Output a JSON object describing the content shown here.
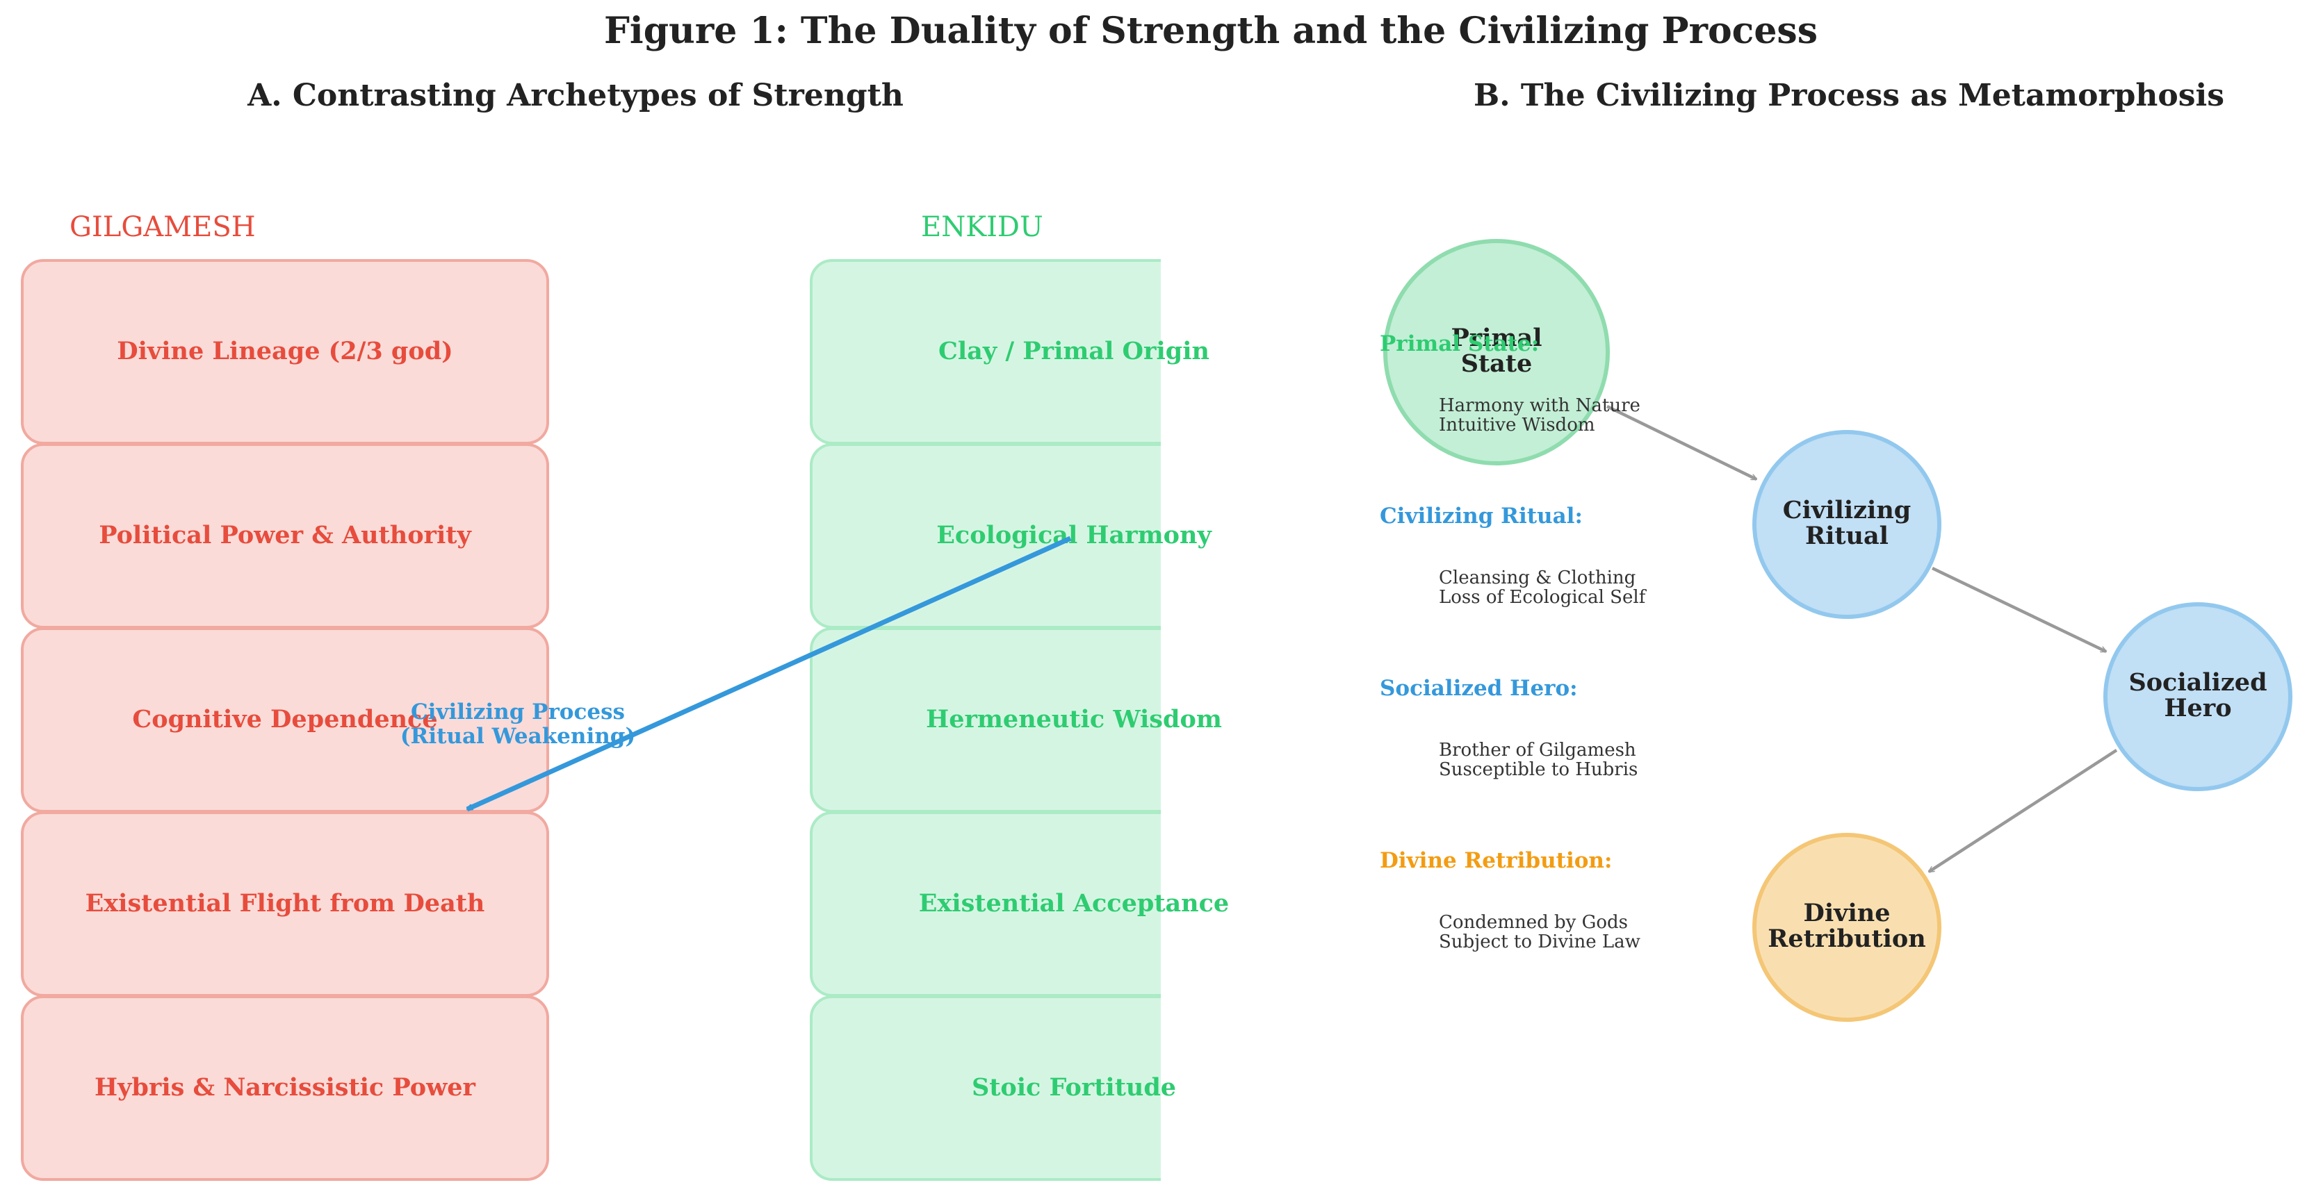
{
  "figure_title": "Figure 1: The Duality of Strength and the Civilizing Process",
  "panel_a": {
    "title": "A. Contrasting Archetypes of Strength",
    "gilgamesh": {
      "header": "GILGAMESH",
      "items": [
        "Divine Lineage (2/3 god)",
        "Political Power & Authority",
        "Cognitive Dependence",
        "Existential Flight from Death",
        "Hybris & Narcissistic Power"
      ]
    },
    "enkidu": {
      "header": "ENKIDU",
      "items": [
        "Clay / Primal Origin",
        "Ecological Harmony",
        "Hermeneutic Wisdom",
        "Existential Acceptance",
        "Stoic Fortitude"
      ]
    },
    "arrow_label_1": "Civilizing Process",
    "arrow_label_2": "(Ritual Weakening)"
  },
  "panel_b": {
    "title": "B. The Civilizing Process as Metamorphosis",
    "nodes": [
      {
        "line1": "Primal",
        "line2": "State"
      },
      {
        "line1": "Civilizing",
        "line2": "Ritual"
      },
      {
        "line1": "Socialized",
        "line2": "Hero"
      },
      {
        "line1": "Divine",
        "line2": "Retribution"
      }
    ],
    "stages": [
      {
        "label": "Primal State:",
        "line1": "Harmony with Nature",
        "line2": "Intuitive Wisdom"
      },
      {
        "label": "Civilizing Ritual:",
        "line1": "Cleansing & Clothing",
        "line2": "Loss of Ecological Self"
      },
      {
        "label": "Socialized Hero:",
        "line1": "Brother of Gilgamesh",
        "line2": "Susceptible to Hubris"
      },
      {
        "label": "Divine Retribution:",
        "line1": "Condemned by Gods",
        "line2": "Subject to Divine Law"
      }
    ]
  },
  "colors": {
    "gilgamesh_text": "#e74c3c",
    "gilgamesh_fill": "#fadbd8",
    "gilgamesh_stroke": "#f1a9a0",
    "enkidu_text": "#2ecc71",
    "enkidu_fill": "#d5f5e3",
    "enkidu_stroke": "#abebc6",
    "arrow": "#3498db",
    "node_green_fill": "#c3efd6",
    "node_green_stroke": "#8fdcae",
    "node_blue_fill": "#c1dff5",
    "node_blue_stroke": "#92c8ee",
    "node_orange_fill": "#f9dfb0",
    "node_orange_stroke": "#f4c675",
    "flow_arrow": "#999999",
    "stage_orange": "#f39c12"
  }
}
